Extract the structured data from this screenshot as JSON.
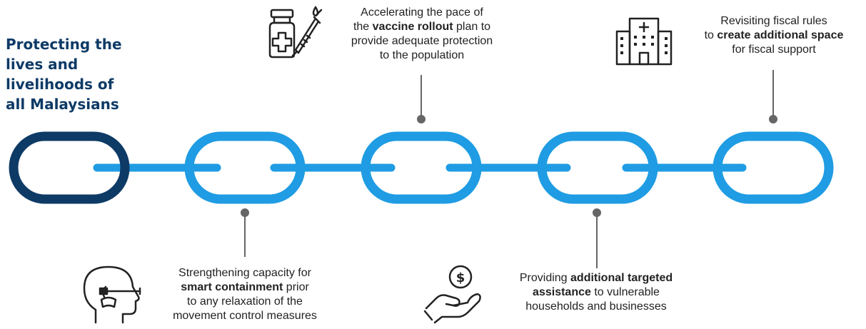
{
  "title_lines": [
    "Protecting the",
    "lives and",
    "livelihoods of",
    "all Malaysians"
  ],
  "captions": {
    "vaccine": [
      {
        "segments": [
          {
            "t": "Accelerating the pace of",
            "b": false
          }
        ]
      },
      {
        "segments": [
          {
            "t": "the ",
            "b": false
          },
          {
            "t": "vaccine rollout",
            "b": true
          },
          {
            "t": " plan to",
            "b": false
          }
        ]
      },
      {
        "segments": [
          {
            "t": "provide adequate protection",
            "b": false
          }
        ]
      },
      {
        "segments": [
          {
            "t": "to the population",
            "b": false
          }
        ]
      }
    ],
    "fiscal": [
      {
        "segments": [
          {
            "t": "Revisiting fiscal rules",
            "b": false
          }
        ]
      },
      {
        "segments": [
          {
            "t": "to ",
            "b": false
          },
          {
            "t": "create additional space",
            "b": true
          }
        ]
      },
      {
        "segments": [
          {
            "t": "for fiscal support",
            "b": false
          }
        ]
      }
    ],
    "containment": [
      {
        "segments": [
          {
            "t": "Strengthening capacity for",
            "b": false
          }
        ]
      },
      {
        "segments": [
          {
            "t": "smart containment",
            "b": true
          },
          {
            "t": " prior",
            "b": false
          }
        ]
      },
      {
        "segments": [
          {
            "t": "to any relaxation of the",
            "b": false
          }
        ]
      },
      {
        "segments": [
          {
            "t": "movement control measures",
            "b": false
          }
        ]
      }
    ],
    "assistance": [
      {
        "segments": [
          {
            "t": "Providing ",
            "b": false
          },
          {
            "t": "additional targeted",
            "b": true
          }
        ]
      },
      {
        "segments": [
          {
            "t": "assistance",
            "b": true
          },
          {
            "t": " to vulnerable",
            "b": false
          }
        ]
      },
      {
        "segments": [
          {
            "t": "households and businesses",
            "b": false
          }
        ]
      }
    ]
  },
  "icons": {
    "vaccine": "vaccine-vial-syringe-icon",
    "hospital": "hospital-building-icon",
    "swab": "nasal-swab-test-icon",
    "money_hand": "hand-holding-money-icon",
    "money_symbol": "$"
  },
  "colors": {
    "first_link": "#0e3a66",
    "chain_links": "#1f9ce3",
    "connector_lines": "#666666",
    "title": "#0e3a66",
    "icon_stroke": "#222222"
  }
}
